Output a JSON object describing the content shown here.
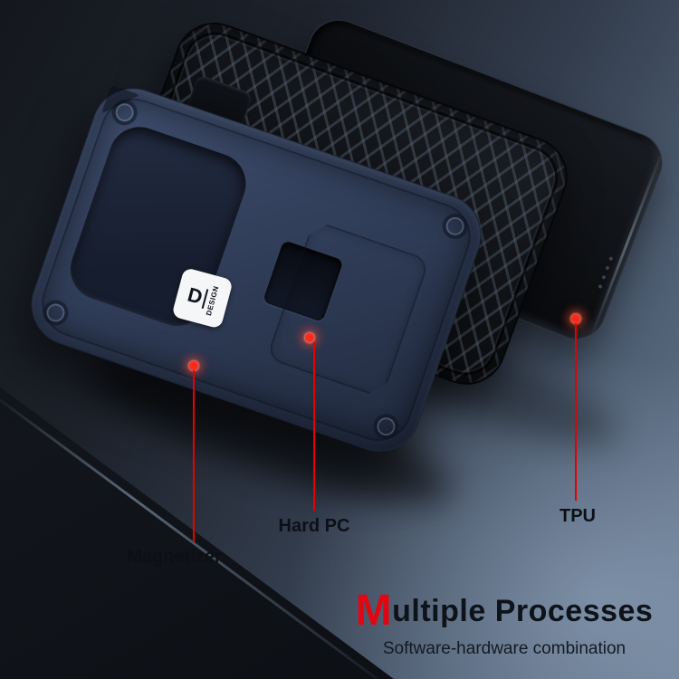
{
  "annotations": [
    {
      "id": "magnetizer",
      "label": "Magnetizer"
    },
    {
      "id": "hard_pc",
      "label": "Hard PC"
    },
    {
      "id": "tpu",
      "label": "TPU"
    }
  ],
  "title": {
    "lead": "M",
    "rest": "ultiple Processes",
    "subtitle": "Software-hardware combination"
  },
  "case_logo": {
    "letter": "D",
    "text": "DESIGN"
  },
  "colors": {
    "accent_red": "#e60000",
    "pc_case_navy": "#33405c",
    "tpu_black": "#0b0d10",
    "phone_black": "#0a0c0f"
  }
}
